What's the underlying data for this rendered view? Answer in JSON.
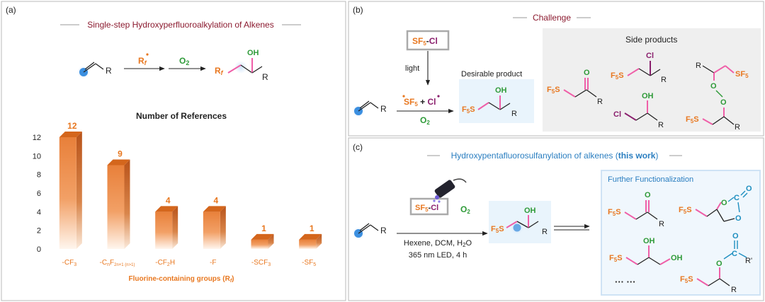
{
  "panels": {
    "a": {
      "label": "(a)",
      "title": "Single-step Hydroxyperfluoroalkylation of Alkenes",
      "scheme": {
        "r_group": "R",
        "reagent_rf": "R",
        "reagent_rf_sub": "f",
        "reagent_o2": "O",
        "reagent_o2_sub": "2",
        "product_rf": "R",
        "product_rf_sub": "f",
        "product_oh": "OH",
        "product_r": "R"
      }
    },
    "b": {
      "label": "(b)",
      "title": "Challenge",
      "reagent_sf5cl": "SF5-Cl",
      "light": "light",
      "radicals": "SF5 + Cl",
      "o2": "O2",
      "r_group": "R",
      "desirable_title": "Desirable product",
      "side_title": "Side products",
      "labels": {
        "f5s": "F5S",
        "oh": "OH",
        "o": "O",
        "cl": "Cl",
        "r": "R",
        "sf5": "SF5"
      }
    },
    "c": {
      "label": "(c)",
      "title_prefix": "Hydroxypentafluorosulfanylation of alkenes (",
      "title_bold": "this work",
      "title_suffix": ")",
      "reagent_sf5cl": "SF5-Cl",
      "o2": "O2",
      "conditions_1": "Hexene, DCM, H2O",
      "conditions_2": "365 nm LED, 4 h",
      "r_group": "R",
      "further_title": "Further Functionalization",
      "ellipsis": "··· ···",
      "labels": {
        "f5s": "F5S",
        "oh": "OH",
        "o": "O",
        "c": "C",
        "r": "R",
        "r_prime": "R'"
      }
    }
  },
  "colors": {
    "rf_orange": "#e8771f",
    "pink": "#ef5fa8",
    "green": "#2e9a38",
    "dark_red": "#8b1a2f",
    "purple": "#8a1f6d",
    "blue_title": "#2a7ec0",
    "blue_dot": "#3b8fe0",
    "teal": "#1f8fc0",
    "light_blue_bg": "#e9f4fc",
    "gray_bg": "#efefef",
    "bar_top": "#d4661c",
    "bar_front": "#e8803a",
    "bar_side": "#b8531a"
  },
  "chart_data": {
    "type": "bar",
    "title": "Number of References",
    "xlabel": "Fluorine-containing groups (R",
    "xlabel_sub": "f",
    "xlabel_end": ")",
    "ylabel": "",
    "ylim": [
      0,
      12
    ],
    "yticks": [
      "0",
      "2",
      "4",
      "6",
      "8",
      "10",
      "12"
    ],
    "categories": [
      "-CF3",
      "-CnF2n+1 (n>1)",
      "-CF2H",
      "-F",
      "-SCF3",
      "-SF5"
    ],
    "category_labels": [
      {
        "main": "-CF",
        "sub": "3",
        "rest": ""
      },
      {
        "main": "-C",
        "sub": "n",
        "rest": "F",
        "sub2": "2n+1 (n>1)"
      },
      {
        "main": "-CF",
        "sub": "2",
        "rest": "H"
      },
      {
        "main": "-F",
        "sub": "",
        "rest": ""
      },
      {
        "main": "-SCF",
        "sub": "3",
        "rest": ""
      },
      {
        "main": "-SF",
        "sub": "5",
        "rest": ""
      }
    ],
    "values": [
      12,
      9,
      4,
      4,
      1,
      1
    ],
    "value_labels": [
      "12",
      "9",
      "4",
      "4",
      "1",
      "1"
    ],
    "grid": false
  }
}
